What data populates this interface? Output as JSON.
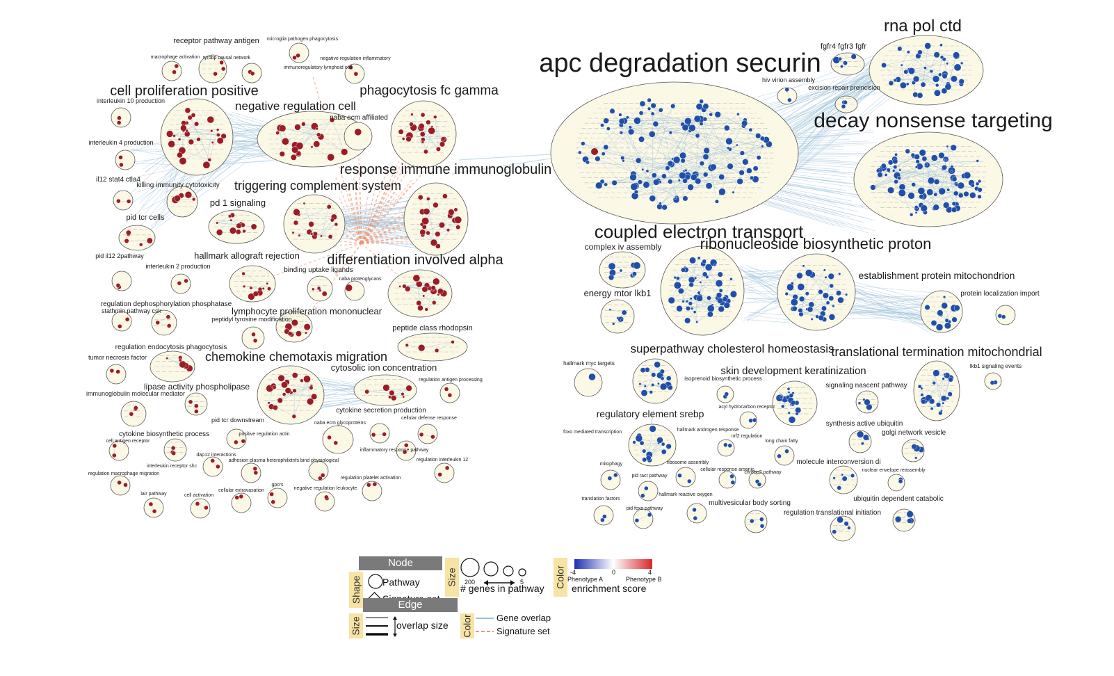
{
  "colors": {
    "cluster_fill": "#fbf8e6",
    "cluster_stroke": "#555555",
    "phenotype_a": "#1f4fa8",
    "phenotype_b": "#9b1c24",
    "gene_overlap": "#9cc1da",
    "signature_set": "#f0926a",
    "legend_header": "#7a7a7a",
    "legend_tab": "#f7e3a3"
  },
  "network": {
    "labels": [
      {
        "text": "apc degradation securin",
        "size": 38
      },
      {
        "text": "rna pol ctd",
        "size": 24
      },
      {
        "text": "fgfr4 fgfr3 fgfr",
        "size": 11
      },
      {
        "text": "hiv virion assembly",
        "size": 9
      },
      {
        "text": "excision repair preincision",
        "size": 9
      },
      {
        "text": "decay nonsense targeting",
        "size": 30
      },
      {
        "text": "coupled electron transport",
        "size": 26
      },
      {
        "text": "complex iv assembly",
        "size": 12
      },
      {
        "text": "ribonucleoside biosynthetic proton",
        "size": 22
      },
      {
        "text": "establishment protein mitochondrion",
        "size": 14
      },
      {
        "text": "protein localization import",
        "size": 10
      },
      {
        "text": "energy mtor lkb1",
        "size": 13
      },
      {
        "text": "superpathway cholesterol homeostasis",
        "size": 17
      },
      {
        "text": "translational termination mitochondrial",
        "size": 18
      },
      {
        "text": "hallmark myc targets",
        "size": 8
      },
      {
        "text": "skin development keratinization",
        "size": 15
      },
      {
        "text": "isoprenoid biosynthetic process",
        "size": 8
      },
      {
        "text": "signaling nascent pathway",
        "size": 10
      },
      {
        "text": "lkb1 signaling events",
        "size": 8
      },
      {
        "text": "regulatory element srebp",
        "size": 14
      },
      {
        "text": "acyl hydrocarbon receptor",
        "size": 7
      },
      {
        "text": "synthesis active ubiquitin",
        "size": 10
      },
      {
        "text": "golgi network vesicle",
        "size": 10
      },
      {
        "text": "foxo mediated transcription",
        "size": 7
      },
      {
        "text": "hallmark androgen response",
        "size": 7
      },
      {
        "text": "nrf2 regulation",
        "size": 7
      },
      {
        "text": "long chain fatty",
        "size": 7
      },
      {
        "text": "molecule interconversion di",
        "size": 10
      },
      {
        "text": "nuclear envelope reassembly",
        "size": 7
      },
      {
        "text": "mitophagy",
        "size": 7
      },
      {
        "text": "ribosome assembly",
        "size": 7
      },
      {
        "text": "cellular response arsenic",
        "size": 7
      },
      {
        "text": "chrebp2 pathway",
        "size": 7
      },
      {
        "text": "pid ract pathway",
        "size": 7
      },
      {
        "text": "hallmark reactive oxygen",
        "size": 7
      },
      {
        "text": "translation factors",
        "size": 7
      },
      {
        "text": "pid foxo pathway",
        "size": 7
      },
      {
        "text": "multivesicular body sorting",
        "size": 10
      },
      {
        "text": "ubiquitin dependent catabolic",
        "size": 10
      },
      {
        "text": "regulation translational initiation",
        "size": 10
      },
      {
        "text": "receptor pathway antigen",
        "size": 11
      },
      {
        "text": "microglia pathogen phagocytosis",
        "size": 7
      },
      {
        "text": "macrophage activation",
        "size": 7
      },
      {
        "text": "tyrobp causal network",
        "size": 7
      },
      {
        "text": "negative regulation inflammatory",
        "size": 7
      },
      {
        "text": "immunoregulatory lymphoid cell",
        "size": 7
      },
      {
        "text": "cell proliferation positive",
        "size": 20
      },
      {
        "text": "phagocytosis fc gamma",
        "size": 19
      },
      {
        "text": "interleukin 10 production",
        "size": 9
      },
      {
        "text": "negative regulation cell",
        "size": 17
      },
      {
        "text": "naba ecm affiliated",
        "size": 10
      },
      {
        "text": "interleukin 4 production",
        "size": 9
      },
      {
        "text": "response immune immunoglobulin",
        "size": 20
      },
      {
        "text": "il12 stat4 ctla4",
        "size": 10
      },
      {
        "text": "killing immunity cytotoxicity",
        "size": 10
      },
      {
        "text": "triggering complement system",
        "size": 18
      },
      {
        "text": "pd 1 signaling",
        "size": 13
      },
      {
        "text": "pid tcr cells",
        "size": 11
      },
      {
        "text": "hallmark allograft rejection",
        "size": 13
      },
      {
        "text": "differentiation involved alpha",
        "size": 20
      },
      {
        "text": "pid il12 2pathway",
        "size": 9
      },
      {
        "text": "interleukin 2 production",
        "size": 9
      },
      {
        "text": "binding uptake ligands",
        "size": 10
      },
      {
        "text": "naba proteoglycans",
        "size": 7
      },
      {
        "text": "regulation dephosphorylation phosphatase",
        "size": 10
      },
      {
        "text": "stathmin pathway csk",
        "size": 9
      },
      {
        "text": "lymphocyte proliferation mononuclear",
        "size": 13
      },
      {
        "text": "peptidyl tyrosine modification",
        "size": 9
      },
      {
        "text": "peptide class rhodopsin",
        "size": 11
      },
      {
        "text": "regulation endocytosis phagocytosis",
        "size": 10
      },
      {
        "text": "tumor necrosis factor",
        "size": 9
      },
      {
        "text": "chemokine chemotaxis migration",
        "size": 18
      },
      {
        "text": "cytosolic ion concentration",
        "size": 13
      },
      {
        "text": "regulation antigen processing",
        "size": 7
      },
      {
        "text": "lipase activity phospholipase",
        "size": 12
      },
      {
        "text": "immunoglobulin molecular mediator",
        "size": 9
      },
      {
        "text": "cytokine secretion production",
        "size": 10
      },
      {
        "text": "cellular defense response",
        "size": 7
      },
      {
        "text": "pid tcr downstream",
        "size": 9
      },
      {
        "text": "naba ecm glycoproteins",
        "size": 7
      },
      {
        "text": "cytokine biosynthetic process",
        "size": 10
      },
      {
        "text": "positive regulation actin",
        "size": 7
      },
      {
        "text": "cell antigen receptor",
        "size": 7
      },
      {
        "text": "inflammatory response pathway",
        "size": 7
      },
      {
        "text": "dap12 interactions",
        "size": 7
      },
      {
        "text": "adhesion plasma heterophilic",
        "size": 7
      },
      {
        "text": "tnfs bind physiological",
        "size": 7
      },
      {
        "text": "regulation interleukin 12",
        "size": 7
      },
      {
        "text": "interleukin receptor shc",
        "size": 7
      },
      {
        "text": "regulation macrophage migration",
        "size": 7
      },
      {
        "text": "regulation platelet activation",
        "size": 7
      },
      {
        "text": "gpcrs",
        "size": 7
      },
      {
        "text": "cellular extravasation",
        "size": 7
      },
      {
        "text": "negative regulation leukocyte",
        "size": 7
      },
      {
        "text": "lair pathway",
        "size": 7
      },
      {
        "text": "cell activation",
        "size": 7
      }
    ]
  },
  "legend": {
    "node_header": "Node",
    "edge_header": "Edge",
    "shape_tab": "Shape",
    "size_tab": "Size",
    "color_tab": "Color",
    "pathway": "Pathway",
    "signature_set": "Signature set",
    "size_max": "200",
    "size_min": "5",
    "genes_in_pathway": "# genes in pathway",
    "scale_min": "-4",
    "scale_mid": "0",
    "scale_max": "4",
    "phenotype_a": "Phenotype A",
    "phenotype_b": "Phenotype B",
    "enrichment_score": "enrichment score",
    "overlap_size": "overlap size",
    "gene_overlap": "Gene overlap",
    "edge_signature_set": "Signature set"
  }
}
